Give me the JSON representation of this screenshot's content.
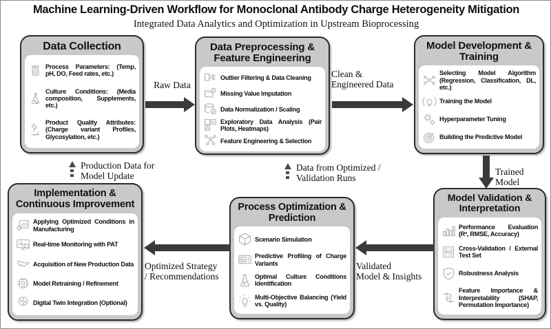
{
  "header": {
    "title": "Machine Learning-Driven Workflow for Monoclonal Antibody Charge Heterogeneity Mitigation",
    "subtitle": "Integrated Data Analytics and Optimization in Upstream Bioprocessing"
  },
  "stages": {
    "data_collection": {
      "title": "Data Collection",
      "items": [
        {
          "icon": "bioreactor-icon",
          "text": "Process Parameters: (Temp, pH, DO, Feed rates, etc.)"
        },
        {
          "icon": "flask-icon",
          "text": "Culture Conditions: (Media composition, Supplements, etc.)"
        },
        {
          "icon": "microscope-icon",
          "text": "Product Quality Attributes: (Charge variant Profiles, Glycosylation, etc.)"
        }
      ]
    },
    "data_preprocessing": {
      "title": "Data Preprocessing & Feature Engineering",
      "items": [
        {
          "icon": "filter-broom-icon",
          "text": "Outlier Filtering & Data Cleaning"
        },
        {
          "icon": "missing-data-icon",
          "text": "Missing Value Imputation"
        },
        {
          "icon": "database-check-icon",
          "text": "Data Normalization / Scaling"
        },
        {
          "icon": "chart-grid-icon",
          "text": "Exploratory Data Analysis (Pair Plots, Heatmaps)"
        },
        {
          "icon": "feature-network-icon",
          "text": "Feature Engineering & Selection"
        }
      ]
    },
    "model_development": {
      "title": "Model Development & Training",
      "items": [
        {
          "icon": "neural-network-icon",
          "text": "Selecting Model Algorithm (Regression, Classification, DL, etc.)"
        },
        {
          "icon": "lightbulb-training-icon",
          "text": "Training the Model"
        },
        {
          "icon": "gears-icon",
          "text": "Hyperparameter Tuning"
        },
        {
          "icon": "target-icon",
          "text": "Building the Predictive Model"
        }
      ]
    },
    "model_validation": {
      "title": "Model Validation & Interpretation",
      "items": [
        {
          "icon": "bar-chart-icon",
          "text": "Performance Evaluation (R², RMSE, Accuracy)"
        },
        {
          "icon": "cross-validation-icon",
          "text": "Cross-Validation / External Test Set"
        },
        {
          "icon": "shield-check-icon",
          "text": "Robustness Analysis"
        },
        {
          "icon": "feature-importance-icon",
          "text": "Feature Importance & Interpretability (SHAP, Permutation Importance)"
        }
      ]
    },
    "process_optimization": {
      "title": "Process Optimization & Prediction",
      "items": [
        {
          "icon": "cube-icon",
          "text": "Scenario Simulation"
        },
        {
          "icon": "monitor-waveform-icon",
          "text": "Predictive Profiling of Charge Variants"
        },
        {
          "icon": "conical-flask-icon",
          "text": "Optimal Culture Conditions Identification"
        },
        {
          "icon": "lightbulb-balance-icon",
          "text": "Multi-Objective Balancing (Yield vs. Quality)"
        }
      ]
    },
    "implementation": {
      "title": "Implementation & Continuous Improvement",
      "items": [
        {
          "icon": "dashboard-gear-icon",
          "text": "Applying Optimized Conditions in Manufacturing"
        },
        {
          "icon": "monitor-pulse-icon",
          "text": "Real-time Monitoring with PAT"
        },
        {
          "icon": "handshake-data-icon",
          "text": "Acquisition of New Production Data"
        },
        {
          "icon": "chip-retrain-icon",
          "text": "Model Retraining / Refinement"
        },
        {
          "icon": "digital-brain-icon",
          "text": "Digital Twin Integration (Optional)"
        }
      ]
    }
  },
  "connectors": {
    "raw_data": {
      "label": "Raw Data",
      "direction": "right",
      "style": "solid"
    },
    "clean_engineered": {
      "label": "Clean &\nEngineered Data",
      "direction": "right",
      "style": "solid"
    },
    "trained_model": {
      "label": "Trained Model",
      "direction": "down",
      "style": "solid"
    },
    "validated_model": {
      "label": "Validated\nModel & Insights",
      "direction": "left",
      "style": "solid"
    },
    "optimized_strategy": {
      "label": "Optimized Strategy\n/ Recommendations",
      "direction": "left",
      "style": "solid"
    },
    "production_feedback": {
      "label": "Production Data for\nModel Update",
      "direction": "up",
      "style": "dashed"
    },
    "validation_feedback": {
      "label": "Data from Optimized /\nValidation Runs",
      "direction": "up",
      "style": "dashed"
    }
  },
  "colors": {
    "box_fill": "#c9c9c9",
    "box_border": "#2b2b2b",
    "inner_panel": "#ffffff",
    "arrow": "#3a3a3a",
    "icon": "#b9b9b9",
    "text": "#0d0d0d"
  }
}
